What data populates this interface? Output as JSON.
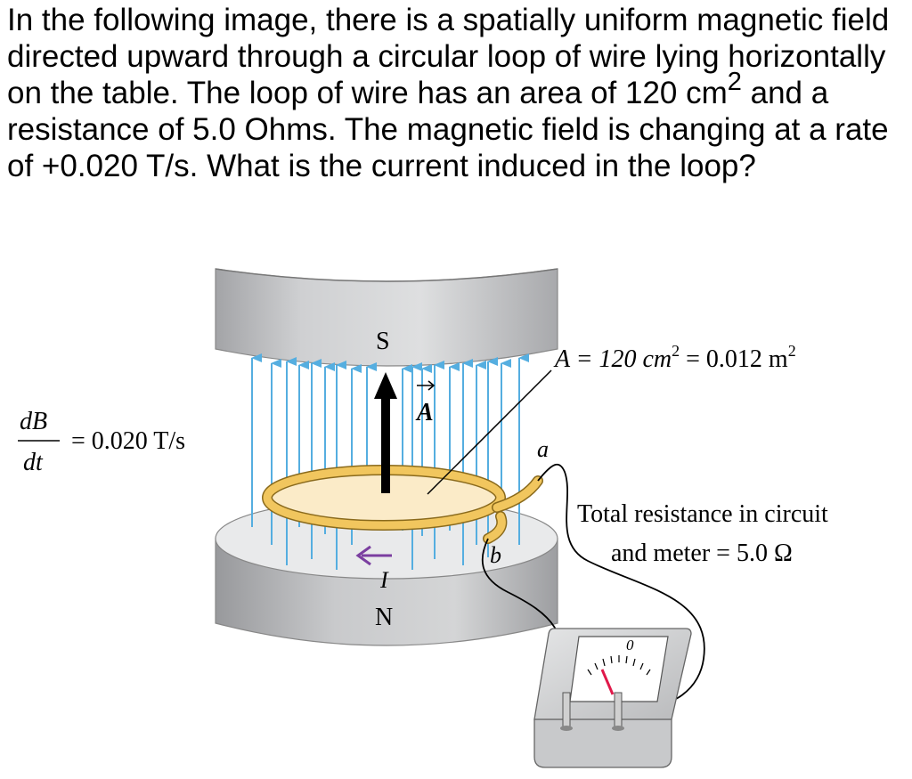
{
  "question": {
    "part1": "In the following image, there is a spatially uniform magnetic field directed upward through a circular loop of wire lying horizontally on the table. The loop of wire has an area of 120 cm",
    "sup": "2",
    "part2": " and a resistance of 5.0 Ohms. The magnetic field is changing at a rate of +0.020 T/s. What is the current induced in the loop?"
  },
  "figure": {
    "top_pole": "S",
    "bottom_pole": "N",
    "area_vector": "A",
    "current_label": "I",
    "terminal_a": "a",
    "terminal_b": "b",
    "meter_zero": "0",
    "area_eq_prefix": "A = 120 cm",
    "area_eq_mid": " = 0.012 m",
    "area_sup": "2",
    "rate_num": "dB",
    "rate_den": "dt",
    "rate_value": "= 0.020 T/s",
    "resistance_line1": "Total resistance in circuit",
    "resistance_line2": "and meter = 5.0 Ω"
  },
  "colors": {
    "field_lines": "#55aee0",
    "current_arrow": "#7b3fa0",
    "wire_loop": "#f1c65e",
    "loop_interior": "#fbebc8",
    "needle": "#e0194a"
  }
}
